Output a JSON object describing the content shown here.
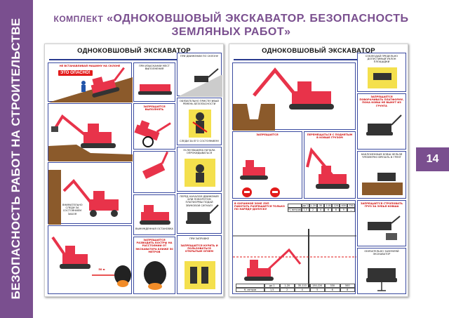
{
  "sidebar": {
    "text": "БЕЗОПАСНОСТЬ РАБОТ НА СТРОИТЕЛЬСТВЕ"
  },
  "header": {
    "prefix": "КОМПЛЕКТ",
    "title_line1": "«ОДНОКОВШОВЫЙ ЭКСКАВАТОР. БЕЗОПАСНОСТЬ",
    "title_line2": "ЗЕМЛЯНЫХ РАБОТ»"
  },
  "page_number": "14",
  "left_poster": {
    "title": "ОДНОКОВШОВЫЙ ЭКСКАВАТОР",
    "badge": "ЭТО ОПАСНО!",
    "labels": [
      "НЕ ВСТАНАВЛИВАЙ МАШИНУ НА СКЛОНЕ",
      "ПРИ ИЗЫСКАНИИ МЕСТ ВЫПОЛНЕНИЯ",
      "ПРИ ДВИЖЕНИИ ПО СКЛОНУ",
      "ЗАПРЕЩАЕТСЯ ВЫПОЛНЯТЬ",
      "ОБЯЗАТЕЛЬНО ПРИСТЕГИВАЙ РЕМЕНЬ БЕЗОПАСНОСТИ",
      "СЛЕДИ ЗА ЕГО СОСТОЯНИЕМ!",
      "ЕСЛИ МАШИНА НАЧАЛА ОПРОКИДЫВАТЬСЯ",
      "ВЫНУЖДЕННАЯ ОСТАНОВКА",
      "ВНИМАТЕЛЬНО СЛЕДИ ЗА СОСТОЯНИЕМ ЗАБОЯ",
      "ПЕРЕД НАЧАЛОМ ДВИЖЕНИЯ ИЛИ ПОВОРОТОМ ПЛАТФОРМЫ ПОДАЙ ЗВУКОВОЙ СИГНАЛ!",
      "ЗАПРЕЩАЕТСЯ РАЗВОДИТЬ КОСТРЫ НА РАССТОЯНИИ ОТ ЭКСКАВАТОРА БЛИЖЕ 50 МЕТРОВ",
      "ПРИ ЗАПРАВКЕ",
      "ЗАПРЕЩАЕТСЯ КУРИТЬ И ПОЛЬЗОВАТЬСЯ ОТКРЫТЫМ ОГНЕМ",
      "50 м"
    ]
  },
  "right_poster": {
    "title": "ОДНОКОВШОВЫЙ ЭКСКАВАТОР",
    "labels": [
      "СОБЛЮДАЙ ПРЕДЕЛЬНО ДОПУСТИМЫЙ УКЛОН ПЛОЩАДКИ",
      "ЗАПРЕЩАЕТСЯ",
      "ПЕРЕМЕЩАТЬСЯ С ПОДНЯТЫМ В КОВШЕ ГРУЗОМ",
      "ЗАПРЕЩАЕТСЯ ПОВОРАЧИВАТЬ ПЛАТФОРМУ, ПОКА КОВШ НЕ ВЫНУТ ИЗ ГРУНТА",
      "НАКЛОНЕННЫМ КОВШ НЕЛЬЗЯ ЧРЕЗМЕРНО ВРЕЗАТЬ В ГРУНТ",
      "В ОХРАННОЙ ЗОНЕ ЛЭП РАБОТАТЬ РАЗРЕШАЕТСЯ ТОЛЬКО ПО НАРЯДУ-ДОПУСКУ",
      "ЗАПРЕЩАЕТСЯ СТРОПОВАТЬ ГРУЗ ЗА ЗУБЬЯ КОВША",
      "ОБЯЗАТЕЛЬНО ЗАЗЕМЛЯЙ ЭКСКАВАТОР"
    ],
    "table_top": {
      "headers": [
        "",
        "до 1",
        "1-20",
        "35",
        "110",
        "220",
        "400",
        "750"
      ],
      "rows": [
        [
          "Н, метров",
          "1,5",
          "2",
          "4",
          "6",
          "8",
          "9",
          "—"
        ]
      ]
    },
    "table_bottom": {
      "headers": [
        "",
        "до 1",
        "1-20",
        "35-110",
        "150-220",
        "330",
        "500"
      ],
      "rows": [
        [
          "Н, метров",
          "1,5",
          "2",
          "4",
          "5",
          "6",
          "8"
        ]
      ]
    }
  },
  "colors": {
    "brand": "#7a4f8f",
    "excavator": "#e8334a",
    "frame": "#3a4aa0",
    "danger": "#d01010"
  }
}
